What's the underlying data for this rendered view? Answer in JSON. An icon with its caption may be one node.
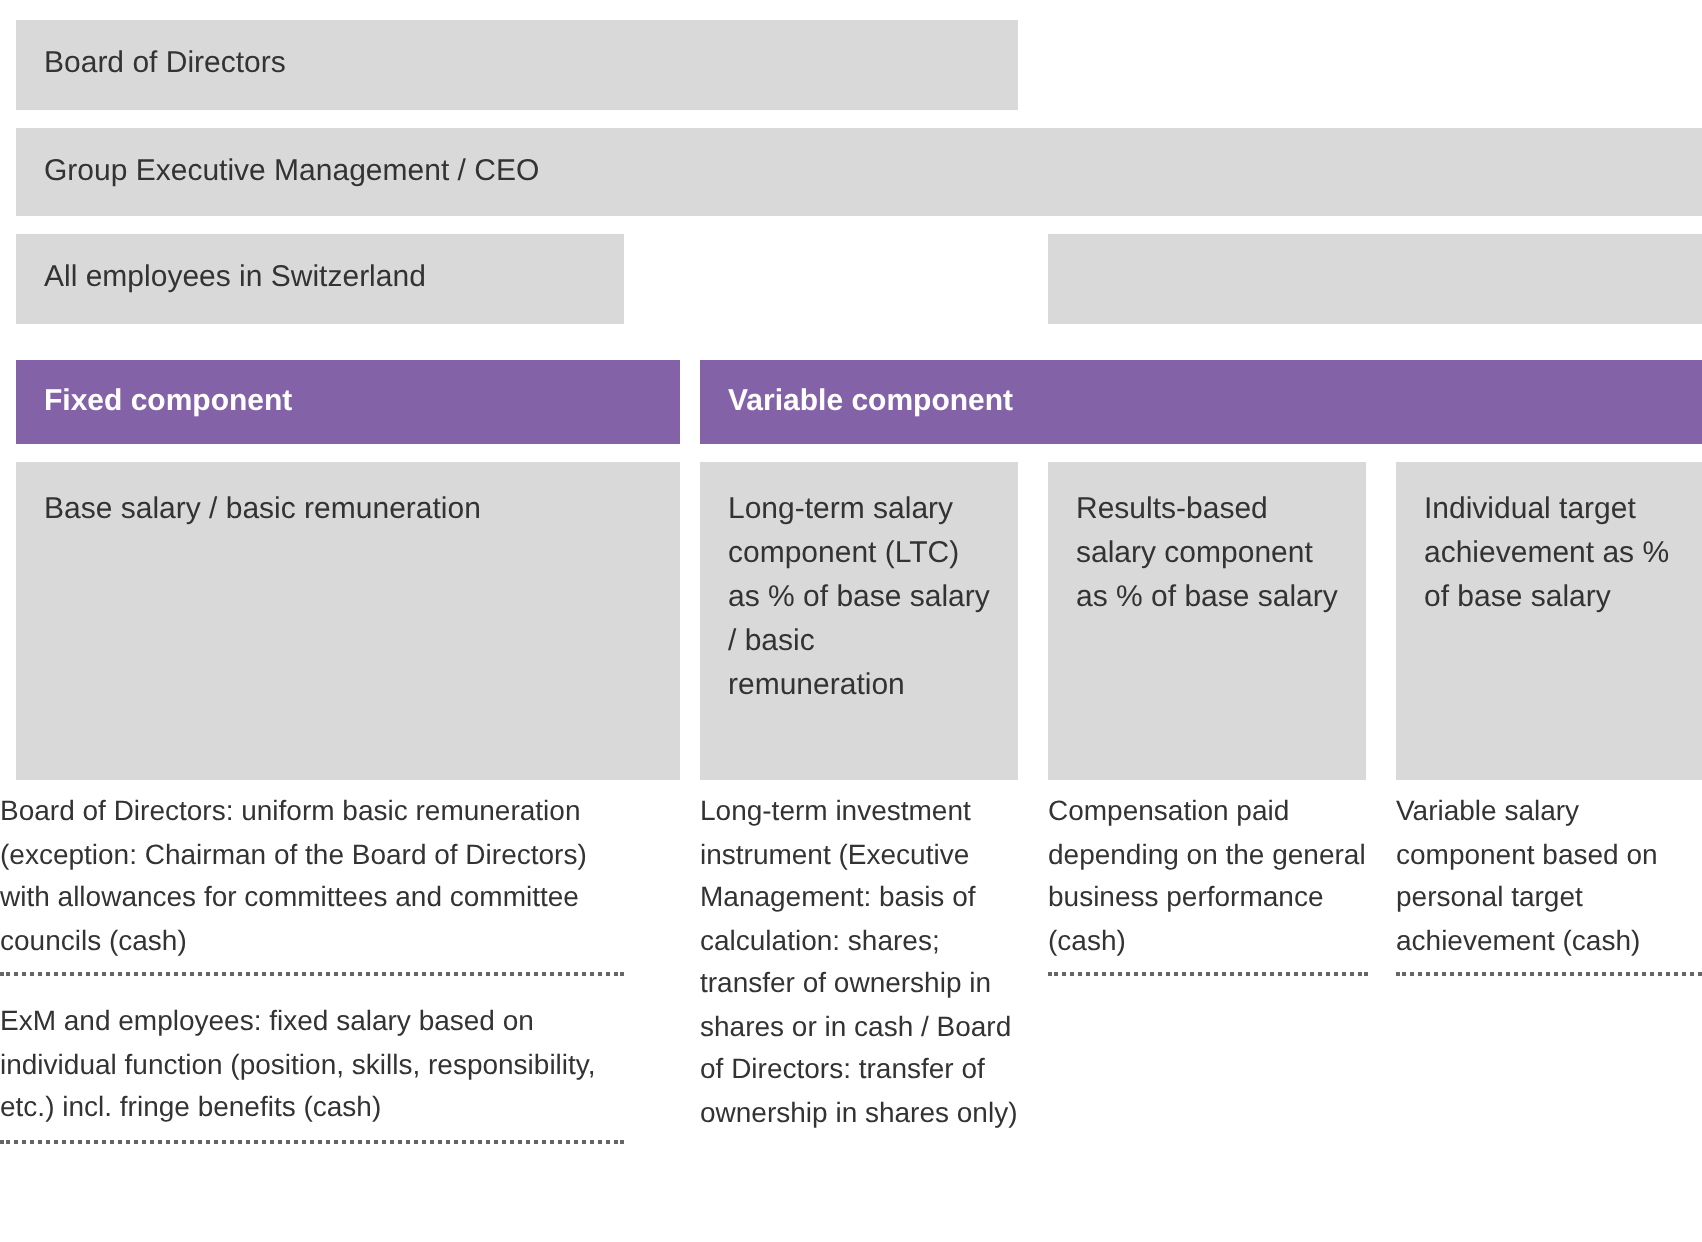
{
  "diagram": {
    "nodes": [
      {
        "text": [
          "Board of Directors"
        ]
      },
      {
        "text": [
          "Group Executive Management / CEO"
        ]
      },
      {
        "text": [
          "All employees in Switzerland"
        ]
      },
      {
        "text": [],
        "shape": "bar"
      },
      {
        "text": [
          "Fixed component"
        ]
      },
      {
        "text": [
          "Variable component"
        ]
      },
      {
        "text": [
          "Base salary / basic remuneration"
        ],
        "beside": [
          "Board of Directors: uniform basic remuneration (exception: Chairman of the Board of Directors) with allowances for committees and committee councils (cash)",
          "ExM and employees: fixed salary based on individual function (position, skills, responsibility, etc.) incl. fringe benefits (cash)"
        ]
      },
      {
        "text": [
          "Long-term salary component (LTC) as % of base salary / basic remuneration"
        ],
        "beside": [
          "Long-term investment instrument (Executive Management: basis of calculation: shares; transfer of ownership in shares or in cash / Board of Directors: transfer of ownership in shares only)"
        ]
      },
      {
        "text": [
          "Results-based salary component as % of base salary"
        ],
        "beside": [
          "Compensation paid depending on the general business performance (cash)"
        ]
      },
      {
        "text": [
          "Individual target achievement as % of base salary"
        ],
        "beside": [
          "Variable salary component based on personal target achievement (cash)"
        ]
      }
    ]
  }
}
